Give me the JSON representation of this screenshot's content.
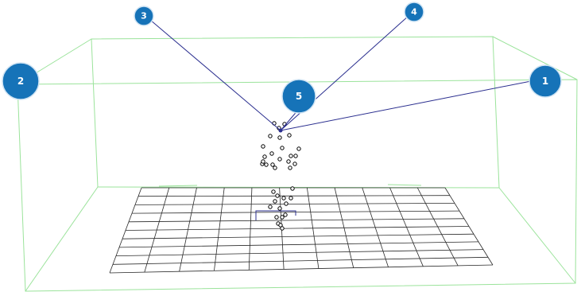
{
  "colors": {
    "box_edge": "#9be39b",
    "grid": "#2a2a2a",
    "leader": "#2b2f8f",
    "callout_fill": "#1673b8",
    "callout_ring": "#cfe3f3",
    "particle": "#000000"
  },
  "callouts": [
    {
      "id": "c1",
      "label": "1",
      "size": "medium"
    },
    {
      "id": "c2",
      "label": "2",
      "size": "large"
    },
    {
      "id": "c3",
      "label": "3",
      "size": "small"
    },
    {
      "id": "c4",
      "label": "4",
      "size": "small"
    },
    {
      "id": "c5",
      "label": "5",
      "size": "large"
    }
  ]
}
